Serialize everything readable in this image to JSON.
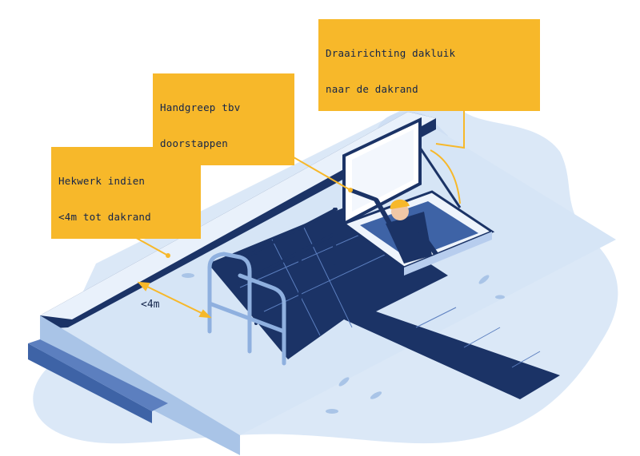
{
  "callouts": {
    "rotation": {
      "line1": "Draairichting dakluik",
      "line2": "naar de dakrand"
    },
    "handle": {
      "line1": "Handgreep tbv",
      "line2": "doorstappen"
    },
    "railing": {
      "line1": "Hekwerk indien",
      "line2": "<4m tot dakrand"
    }
  },
  "dimension": {
    "label": "<4m"
  },
  "colors": {
    "navy": "#1b3366",
    "mid_blue": "#3e63a6",
    "light_blue": "#c6daf2",
    "pale_blue": "#e1edf9",
    "roof": "#d3e3f5",
    "accent": "#f7b82a"
  }
}
